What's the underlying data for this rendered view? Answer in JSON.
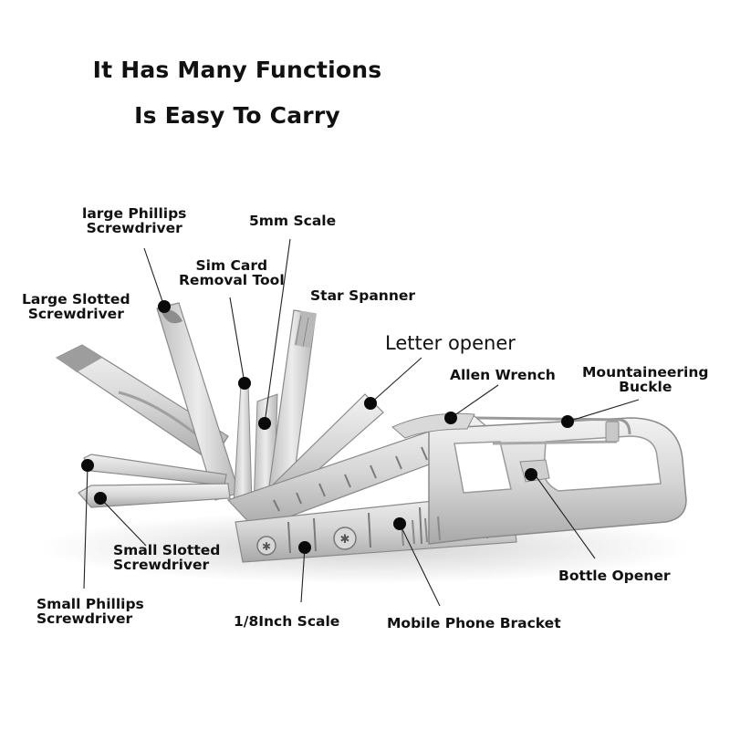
{
  "headline": {
    "line1": "It Has Many Functions",
    "line2": "Is Easy To Carry"
  },
  "product": "multi-function keychain tool with carabiner",
  "colors": {
    "text": "#111111",
    "metal_light": "#e4e4e4",
    "metal_mid": "#c9c9c9",
    "metal_dark": "#9a9a9a",
    "callout_dot": "#0a0a0a"
  },
  "callouts": [
    {
      "id": "large-phillips",
      "line1": "large Phillips",
      "line2": "Screwdriver"
    },
    {
      "id": "5mm-scale",
      "line1": "5mm Scale",
      "line2": ""
    },
    {
      "id": "sim-card",
      "line1": "Sim Card",
      "line2": "Removal Tool"
    },
    {
      "id": "star-spanner",
      "line1": "Star Spanner",
      "line2": ""
    },
    {
      "id": "large-slotted",
      "line1": "Large Slotted",
      "line2": "Screwdriver"
    },
    {
      "id": "letter-opener",
      "line1": "Letter opener",
      "line2": ""
    },
    {
      "id": "allen-wrench",
      "line1": "Allen Wrench",
      "line2": ""
    },
    {
      "id": "mountaineering-buckle",
      "line1": "Mountaineering",
      "line2": "Buckle"
    },
    {
      "id": "small-slotted",
      "line1": "Small Slotted",
      "line2": "Screwdriver"
    },
    {
      "id": "small-phillips",
      "line1": "Small Phillips",
      "line2": "Screwdriver"
    },
    {
      "id": "eighth-inch-scale",
      "line1": "1/8Inch Scale",
      "line2": ""
    },
    {
      "id": "mobile-phone-bracket",
      "line1": "Mobile Phone Bracket",
      "line2": ""
    },
    {
      "id": "bottle-opener",
      "line1": "Bottle Opener",
      "line2": ""
    }
  ]
}
